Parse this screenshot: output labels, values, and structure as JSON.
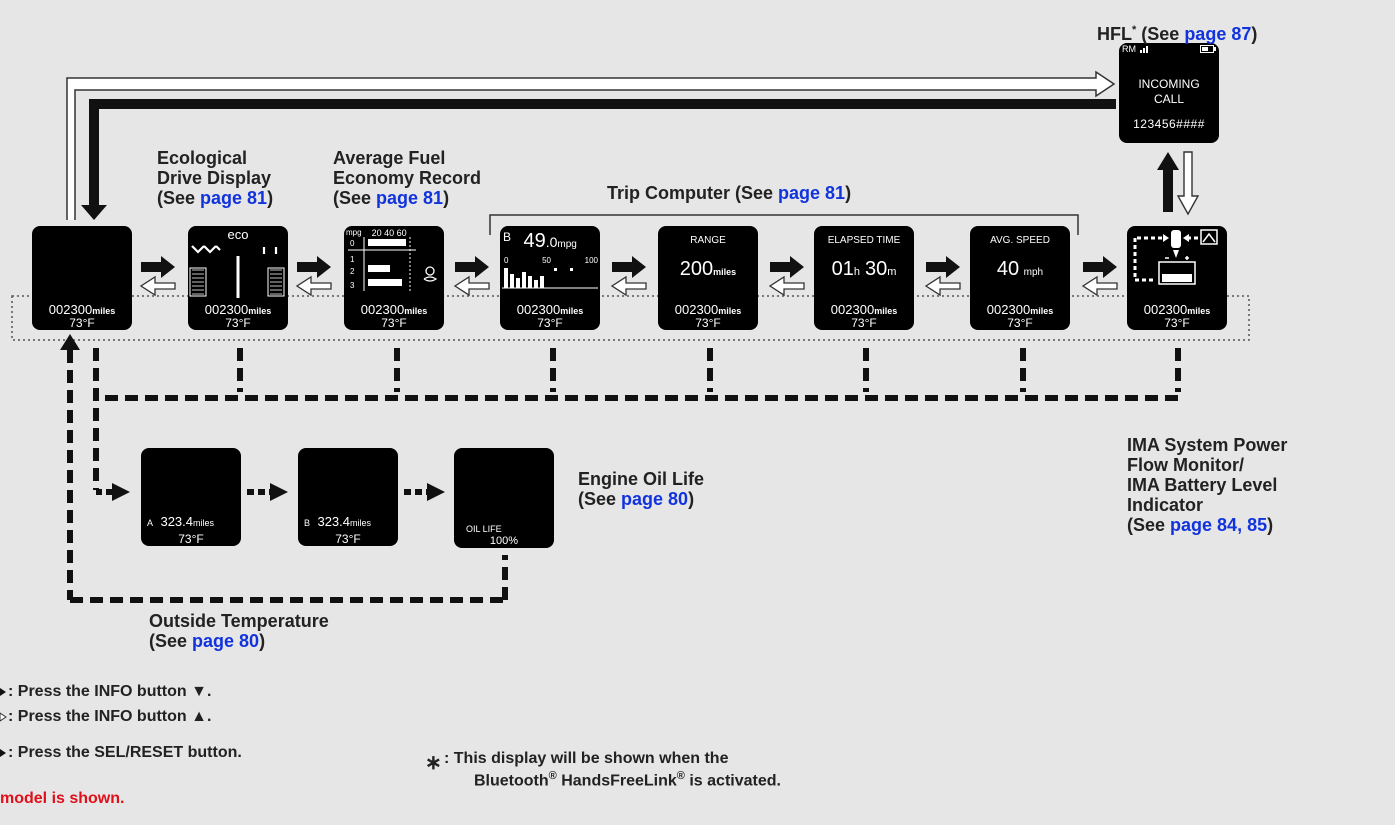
{
  "labels": {
    "hfl_prefix": "HFL",
    "hfl_star": "*",
    "hfl_see": " (See ",
    "hfl_page": "page 87",
    "hfl_close": ")",
    "eco_line1": "Ecological",
    "eco_line2": "Drive Display",
    "eco_see": "(See ",
    "eco_page": "page 81",
    "eco_close": ")",
    "avg_line1": "Average Fuel",
    "avg_line2": "Economy Record",
    "avg_see": "(See ",
    "avg_page": "page 81",
    "avg_close": ")",
    "trip_text": "Trip Computer (See ",
    "trip_page": "page 81",
    "trip_close": ")",
    "oil_line1": "Engine Oil Life",
    "oil_see": "(See ",
    "oil_page": "page 80",
    "oil_close": ")",
    "ima_line1": "IMA System Power",
    "ima_line2": "Flow Monitor/",
    "ima_line3": "IMA Battery Level",
    "ima_line4": "Indicator",
    "ima_see": "(See ",
    "ima_page": "page 84,  85",
    "ima_close": ")",
    "temp_line1": "Outside Temperature",
    "temp_see": "(See ",
    "temp_page": "page 80",
    "temp_close": ")"
  },
  "screens": {
    "odometer": "002300",
    "odo_unit": "miles",
    "temp": "73°F",
    "hfl_status": "RM",
    "hfl_line1": "INCOMING",
    "hfl_line2": "CALL",
    "hfl_number": "123456####",
    "eco_word": "eco",
    "avg_unit": "mpg",
    "avg_scale": "20 40 60",
    "avg_rows": [
      "0",
      "1",
      "2",
      "3"
    ],
    "trip_b": "B",
    "trip_mpg_int": "49",
    "trip_mpg_dec": ".0",
    "trip_mpg_unit": "mpg",
    "trip_scale_0": "0",
    "trip_scale_50": "50",
    "trip_scale_100": "100",
    "range_title": "RANGE",
    "range_value": "200",
    "range_unit": "miles",
    "elapsed_title": "ELAPSED TIME",
    "elapsed_h": "01",
    "elapsed_h_unit": "h",
    "elapsed_m": "30",
    "elapsed_m_unit": "m",
    "speed_title": "AVG. SPEED",
    "speed_value": "40",
    "speed_unit": "mph",
    "tripA_letter": "A",
    "tripA_value": "323.4",
    "tripB_letter": "B",
    "tripB_value": "323.4",
    "trip_unit": "miles",
    "oil_title": "OIL LIFE",
    "oil_value": "100%"
  },
  "legend": {
    "down": ": Press the INFO button ▼.",
    "up": ": Press the INFO button ▲.",
    "sel": ": Press the SEL/RESET button.",
    "note": "model is shown.",
    "asterisk": "∗",
    "footnote_line1": ": This display will be shown when the",
    "footnote_bt": "Bluetooth",
    "footnote_hfl": " HandsFreeLink",
    "footnote_end": " is activated.",
    "reg": "®"
  },
  "colors": {
    "background": "#e6e6e6",
    "screen": "#000000",
    "link": "#1133dd",
    "note_red": "#e0101a"
  }
}
